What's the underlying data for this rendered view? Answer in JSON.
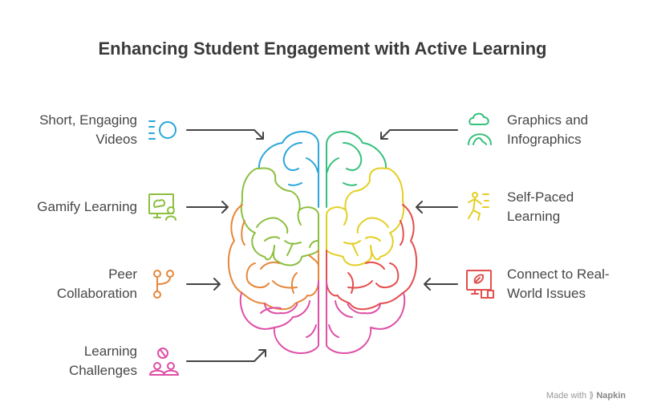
{
  "title": "Enhancing Student Engagement with Active Learning",
  "left_items": [
    {
      "line1": "Short, Engaging",
      "line2": "Videos",
      "icon": "video-speed-icon",
      "color": "#2aa7d9"
    },
    {
      "line1": "Gamify Learning",
      "line2": "",
      "icon": "presentation-teacher-icon",
      "color": "#8cbf3f"
    },
    {
      "line1": "Peer",
      "line2": "Collaboration",
      "icon": "branch-icon",
      "color": "#e6873a"
    },
    {
      "line1": "Learning",
      "line2": "Challenges",
      "icon": "team-puzzle-icon",
      "color": "#de4fa6"
    }
  ],
  "right_items": [
    {
      "line1": "Graphics and",
      "line2": "Infographics",
      "icon": "cloud-globe-icon",
      "color": "#35c07d"
    },
    {
      "line1": "Self-Paced",
      "line2": "Learning",
      "icon": "running-person-icon",
      "color": "#e3cf24"
    },
    {
      "line1": "Connect to Real-",
      "line2": "World Issues",
      "icon": "screen-book-icon",
      "color": "#e34e4e"
    }
  ],
  "footer": {
    "prefix": "Made with",
    "brand": "Napkin"
  }
}
